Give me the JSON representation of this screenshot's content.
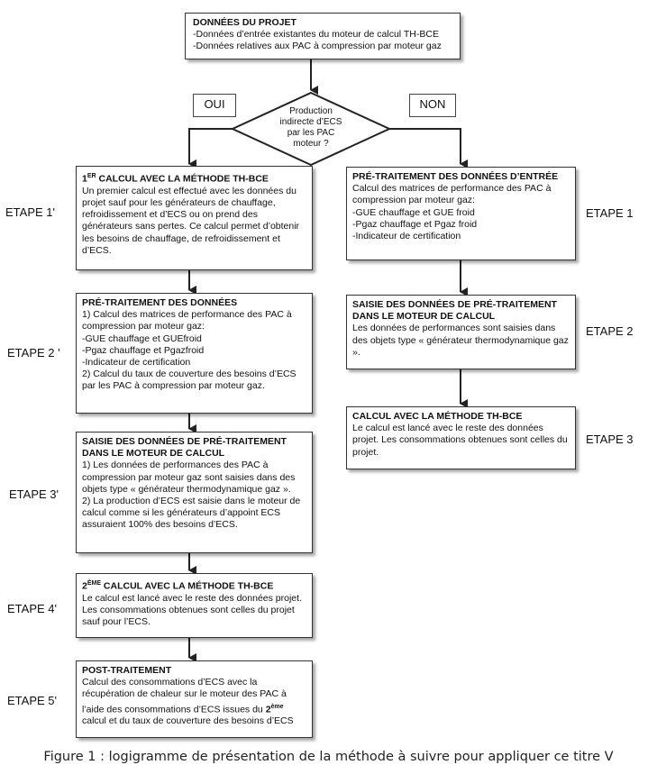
{
  "project": {
    "title": "DONNÉES DU PROJET",
    "lines": [
      "-Données d’entrée existantes du moteur de calcul TH-BCE",
      "-Données relatives aux PAC à compression par moteur gaz"
    ]
  },
  "decision": {
    "text": [
      "Production",
      "indirecte d’ECS",
      "par les PAC",
      "moteur ?"
    ],
    "yes": "OUI",
    "no": "NON"
  },
  "left": {
    "step1": {
      "title_prefix": "1",
      "title_sup": "ER",
      "title": " CALCUL AVEC LA MÉTHODE TH-BCE",
      "body": "Un premier calcul est effectué avec les données du projet sauf pour les générateurs de chauffage, refroidissement et d’ECS ou on prend des générateurs sans pertes. Ce calcul permet d’obtenir les besoins de chauffage, de refroidissement et d’ECS.",
      "etape": "ETAPE 1'"
    },
    "step2": {
      "title": "PRÉ-TRAITEMENT DES DONNÉES",
      "lines": [
        "1) Calcul des matrices de performance des PAC à compression par moteur gaz:",
        "-GUE chauffage et GUEfroid",
        "-Pgaz chauffage et Pgazfroid",
        "-Indicateur de certification",
        "2) Calcul du taux de couverture des besoins d’ECS par les PAC à compression par moteur gaz."
      ],
      "etape": "ETAPE 2 '"
    },
    "step3": {
      "title": "SAISIE DES DONNÉES DE PRÉ-TRAITEMENT DANS LE MOTEUR DE CALCUL",
      "lines": [
        "1) Les données de performances des PAC à compression par moteur gaz sont saisies dans des objets type « générateur thermodynamique gaz ».",
        "2) La production d’ECS est saisie dans le moteur de calcul comme si les générateurs d’appoint ECS assuraient 100% des besoins d’ECS."
      ],
      "etape": "ETAPE 3'"
    },
    "step4": {
      "title_prefix": "2",
      "title_sup": "ÈME",
      "title": " CALCUL AVEC LA MÉTHODE TH-BCE",
      "body": "Le calcul est lancé avec le reste des données projet. Les consommations obtenues sont celles du projet sauf pour l’ECS.",
      "etape": "ETAPE 4'"
    },
    "step5": {
      "title": "POST-TRAITEMENT",
      "body_pre": "Calcul des consommations d’ECS avec la récupération de chaleur sur le moteur des PAC à l’aide des consommations d’ECS issues du ",
      "body_bold": "2",
      "body_sup": "ème",
      "body_post": " calcul et du taux de couverture des besoins d’ECS",
      "etape": "ETAPE 5'"
    }
  },
  "right": {
    "step1": {
      "title": "PRÉ-TRAITEMENT DES DONNÉES D’ENTRÉE",
      "lines": [
        "Calcul des matrices de performance des PAC à compression par moteur gaz:",
        "-GUE chauffage et GUE froid",
        "-Pgaz chauffage et Pgaz froid",
        "-Indicateur de certification"
      ],
      "etape": "ETAPE 1"
    },
    "step2": {
      "title": "SAISIE DES DONNÉES DE PRÉ-TRAITEMENT DANS LE MOTEUR DE CALCUL",
      "body": "Les données de performances sont saisies dans des objets type « générateur thermodynamique gaz ».",
      "etape": "ETAPE 2"
    },
    "step3": {
      "title": "CALCUL AVEC LA MÉTHODE TH-BCE",
      "body": "Le calcul est lancé avec le reste des données projet. Les consommations obtenues sont celles du projet.",
      "etape": "ETAPE 3"
    }
  },
  "caption": "Figure 1 : logigramme de présentation de la méthode à suivre pour appliquer ce titre V"
}
